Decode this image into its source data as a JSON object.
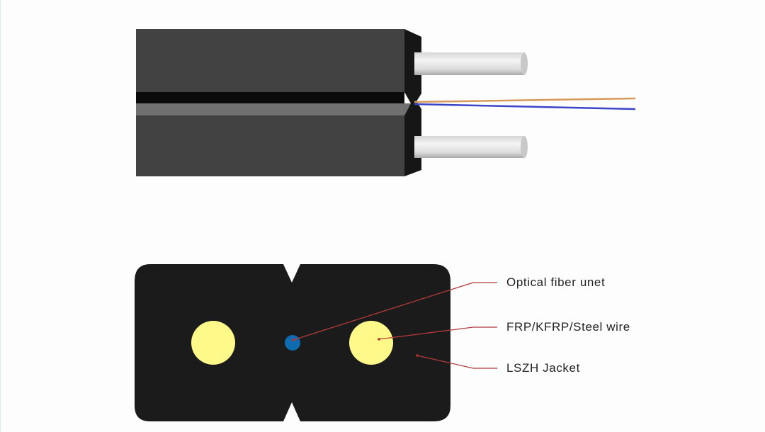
{
  "title": "Drop cable structure diagram",
  "colors": {
    "jacket_side": "#424242",
    "jacket_end": "#161616",
    "groove_dark": "#0b0b0b",
    "groove_light": "#707070",
    "cross_section": "#1b1b1b",
    "strength_member": "#fff98a",
    "fiber_unit": "#0f6bb0",
    "fiber_orange": "#d79a5a",
    "fiber_blue": "#3a45c8",
    "leader_line": "#b23a3a"
  },
  "labels": [
    {
      "id": "optical-fiber-unit",
      "text": "Optical fiber unet"
    },
    {
      "id": "strength-member",
      "text": "FRP/KFRP/Steel wire"
    },
    {
      "id": "jacket",
      "text": "LSZH Jacket"
    }
  ]
}
